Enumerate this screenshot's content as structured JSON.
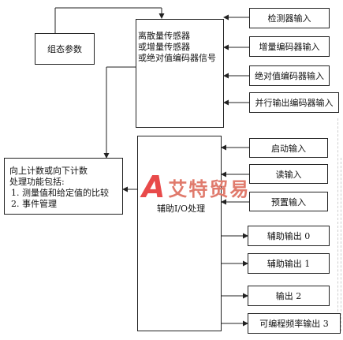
{
  "config_params": "组态参数",
  "sensor_block": {
    "lines": [
      "离散量传感器",
      "或增量传感器",
      "或绝对值编码器信号"
    ]
  },
  "aux_block": {
    "label": "辅助I/O处理"
  },
  "counter_block": {
    "line1": "向上计数或向下计数",
    "line2": "处理功能包括:",
    "item1": "1. 测量值和给定值的比较",
    "item2": "2. 事件管理"
  },
  "sensor_inputs": [
    "检测器输入",
    "增量编码器输入",
    "绝对值编码器输入",
    "并行输出编码器输入"
  ],
  "aux_inputs": [
    "启动输入",
    "读输入",
    "预置输入"
  ],
  "aux_outputs": [
    "辅助输出 0",
    "辅助输出 1",
    "输出 2",
    "可编程频率输出 3"
  ],
  "watermark": {
    "text": "艾特贸易",
    "logo": "A"
  }
}
